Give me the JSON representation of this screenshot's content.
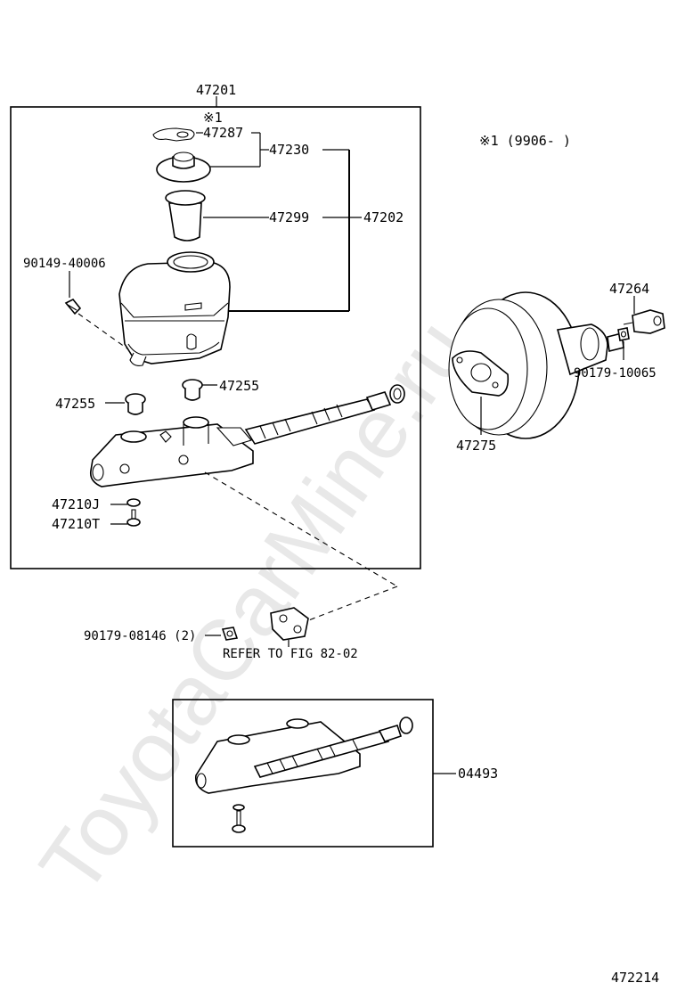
{
  "watermark": "ToyotaCarMine.ru",
  "figure_number": "472214",
  "note_marker": "※1",
  "note_text": "※1 (9906-     )",
  "labels": {
    "p47201": "47201",
    "p47287": "47287",
    "p47230": "47230",
    "p47299": "47299",
    "p47202": "47202",
    "p90149": "90149-40006",
    "p47255_left": "47255",
    "p47255_right": "47255",
    "p47210J": "47210J",
    "p47210T": "47210T",
    "p90179_08146": "90179-08146 (2)",
    "refer": "REFER TO FIG 82-02",
    "p04493": "04493",
    "p47264": "47264",
    "p90179_10065": "90179-10065",
    "p47275": "47275"
  }
}
